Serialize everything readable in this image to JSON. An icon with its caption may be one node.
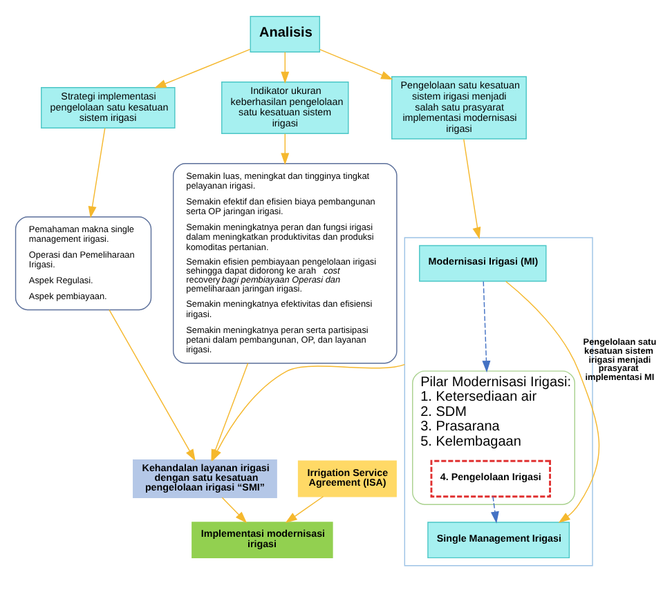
{
  "diagram": {
    "nodes": [
      {
        "text": [
          "Analisis"
        ]
      },
      {
        "text": [
          "Strategi implementasi pengelolaan satu kesatuan sistem irigasi"
        ]
      },
      {
        "text": [
          "Indikator ukuran keberhasilan pengelolaan satu kesatuan sistem irigasi"
        ]
      },
      {
        "text": [
          "Pengelolaan satu kesatuan sistem irigasi menjadi salah satu prasyarat implementasi modernisasi irigasi"
        ]
      },
      {
        "text": [
          "Pemahaman makna single management irigasi.",
          "Operasi dan Pemeliharaan Irigasi.",
          "Aspek Regulasi.",
          "Aspek pembiayaan."
        ]
      },
      {
        "text": [
          "Semakin luas, meningkat dan tingginya tingkat pelayanan irigasi.",
          "Semakin efektif dan efisien biaya pembangunan serta OP jaringan irigasi.",
          "Semakin meningkatnya peran dan fungsi irigasi dalam meningkatkan produktivitas dan produksi komoditas pertanian.",
          "Semakin efisien pembiayaan pengelolaan irigasi sehingga dapat didorong ke arah *cost recovery* bagi pembiayaan Operasi dan pemeliharaan jaringan irigasi.",
          "Semakin meningkatnya efektivitas dan efisiensi irigasi.",
          "Semakin meningkatnya peran serta partisipasi petani dalam pembangunan, OP, dan layanan irigasi."
        ]
      },
      {
        "text": [],
        "shape": "box"
      },
      {
        "text": [
          "Modernisasi Irigasi (MI)"
        ],
        "in": 6
      },
      {
        "text": [
          "Pilar Modernisasi Irigasi:",
          "1. Ketersediaan air",
          "2. SDM",
          "3. Prasarana",
          "5. Kelembagaan"
        ],
        "in": 6
      },
      {
        "text": [
          "4. Pengelolaan Irigasi"
        ],
        "in": 8
      },
      {
        "text": [
          "Single Management Irigasi"
        ],
        "in": 6
      },
      {
        "text": [
          "Kehandalan layanan irigasi dengan satu kesatuan pengelolaan irigasi “SMI”"
        ]
      },
      {
        "text": [
          "Irrigation Service Agreement (ISA)"
        ]
      },
      {
        "text": [
          "Implementasi modernisasi irigasi"
        ]
      }
    ],
    "edges": [
      {
        "from": 0,
        "to": 1,
        "arrow": "to"
      },
      {
        "from": 0,
        "to": 2,
        "arrow": "to"
      },
      {
        "from": 0,
        "to": 3,
        "arrow": "to"
      },
      {
        "from": 1,
        "to": 4,
        "arrow": "to"
      },
      {
        "from": 2,
        "to": 5,
        "arrow": "to"
      },
      {
        "from": 3,
        "to": 6,
        "arrow": "to"
      },
      {
        "from": 7,
        "to": 10,
        "arrow": "to",
        "label": "Pengelolaan satu kesatuan sistem irigasi menjadi prasyarat implementasi MI"
      },
      {
        "from": 7,
        "to": 8,
        "arrow": "to",
        "style": "dashed",
        "color": "#4472c4"
      },
      {
        "from": 9,
        "to": 10,
        "arrow": "to",
        "style": "dashed",
        "color": "#4472c4"
      },
      {
        "from": 4,
        "to": 11,
        "arrow": "to"
      },
      {
        "from": 5,
        "to": 11,
        "arrow": "to"
      },
      {
        "from": 6,
        "to": 11,
        "arrow": "to"
      },
      {
        "from": 11,
        "to": 13,
        "arrow": "to"
      },
      {
        "from": 12,
        "to": 13,
        "arrow": "to"
      }
    ]
  }
}
